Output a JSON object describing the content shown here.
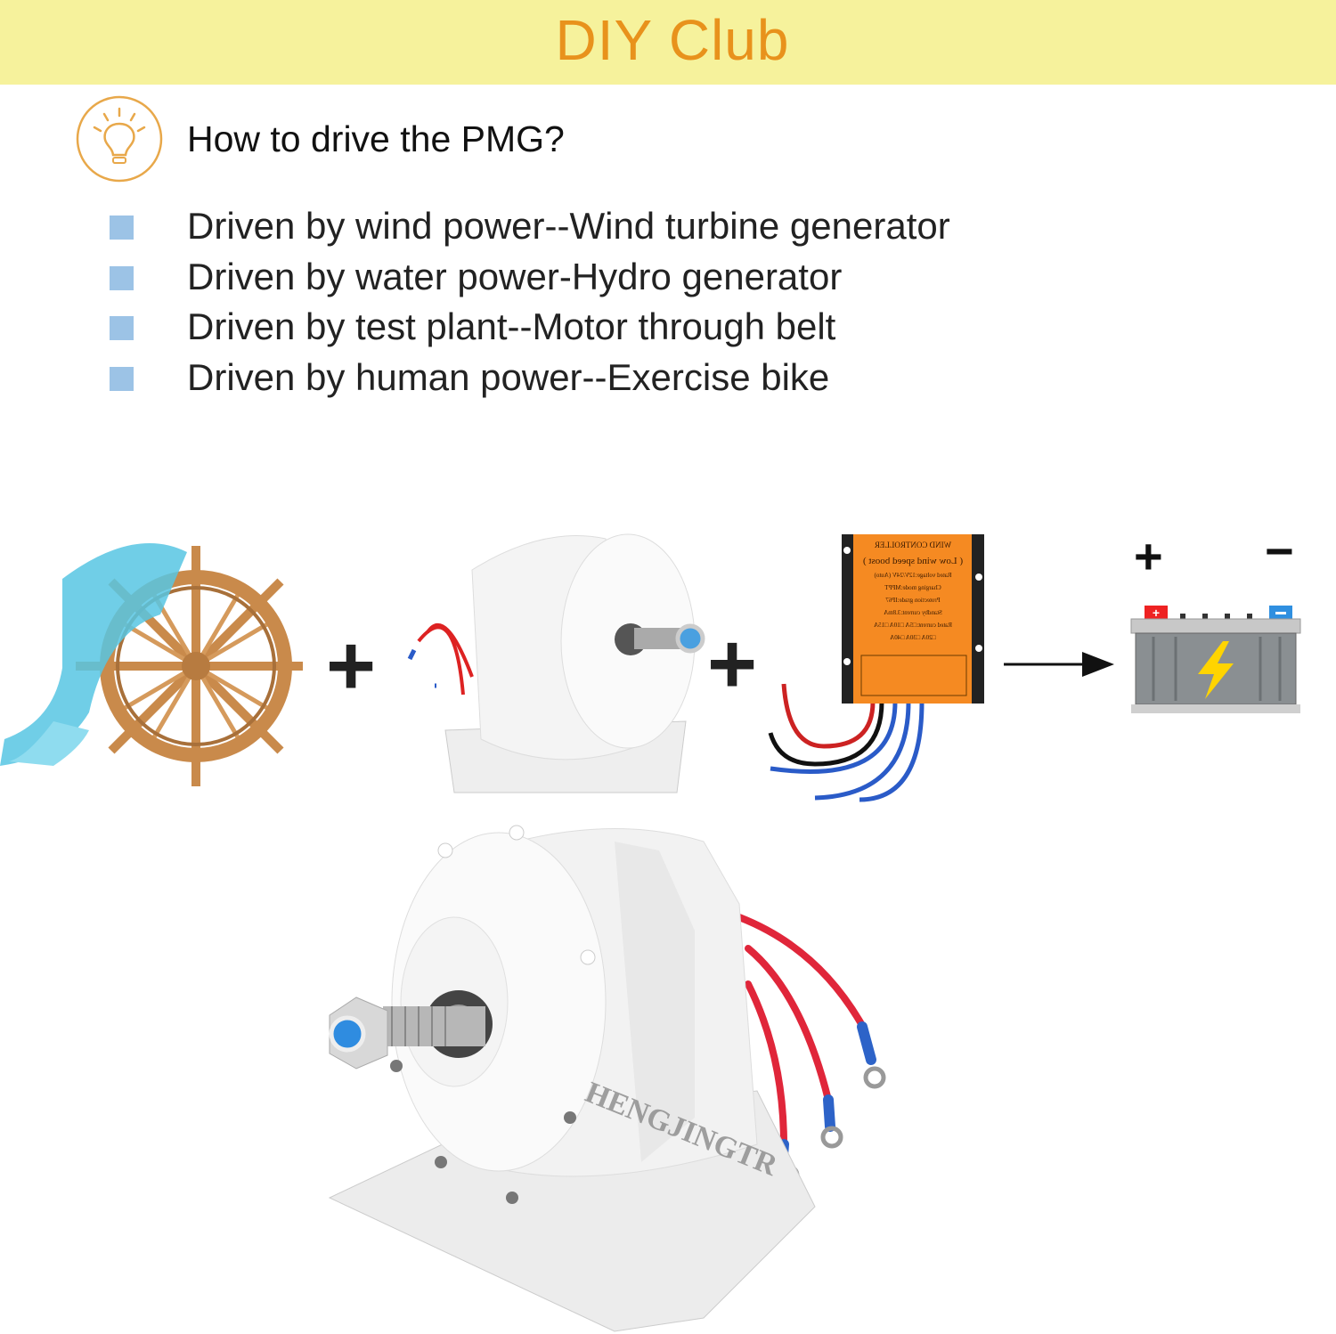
{
  "header": {
    "title": "DIY Club",
    "background": "#f6f29c",
    "title_color": "#e8921c"
  },
  "section": {
    "icon": "lightbulb-icon",
    "heading": "How to drive the PMG?",
    "bullet_color": "#9cc3e6",
    "items": [
      {
        "label": "Driven by wind power--Wind turbine generator"
      },
      {
        "label": "Driven by water power-Hydro generator"
      },
      {
        "label": "Driven by test plant--Motor through belt"
      },
      {
        "label": "Driven by human power--Exercise bike"
      }
    ]
  },
  "diagram": {
    "plus_1": "+",
    "plus_2": "+",
    "battery_positive": "+",
    "battery_negative": "−",
    "controller": {
      "title": "WIND CONTROLLER",
      "subtitle": "( Low wind speed boost )",
      "lines": [
        "Rated voltage:12V/24V (Auto)",
        "Charging mode:MPPT",
        "Protection grade:IP67",
        "Standby current:3.8mA",
        "Rated current:□5A □10A □15A",
        "□20A □30A □40A"
      ]
    },
    "watermark": "HENGJINGTR"
  }
}
